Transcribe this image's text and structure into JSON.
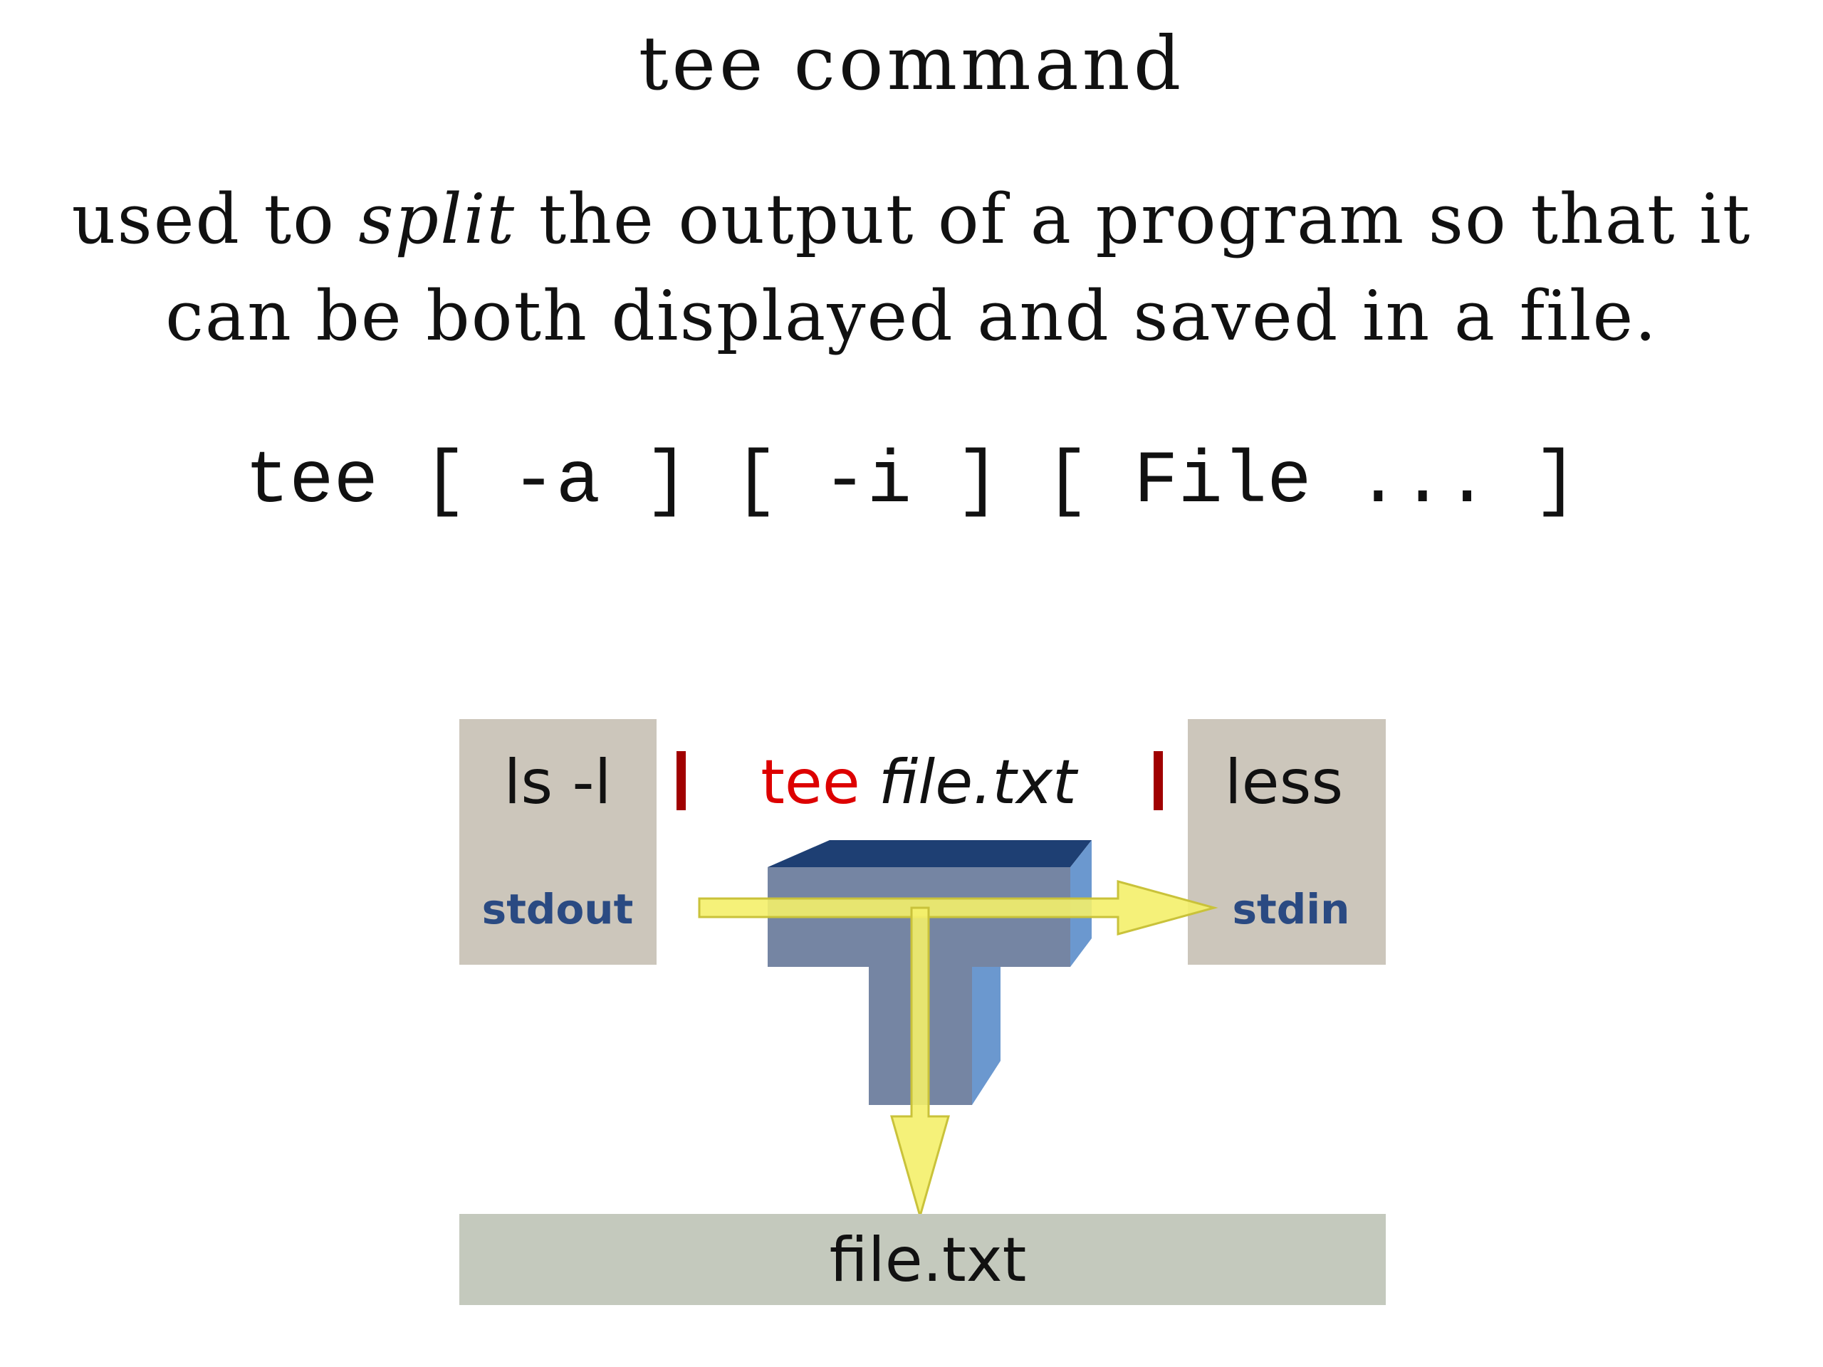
{
  "title": "tee command",
  "description": {
    "before": "used to ",
    "emphasis": "split",
    "after": " the output of a program so that it can be both displayed and saved in a file."
  },
  "syntax": "tee [ -a ] [ -i ] [ File ... ]",
  "diagram": {
    "left_box": {
      "command": "ls -l",
      "stream": "stdout"
    },
    "pipe_symbol": "|",
    "tee_label": "tee",
    "tee_file_arg": "file.txt",
    "right_box": {
      "command": "less",
      "stream": "stdin"
    },
    "output_file": "file.txt",
    "colors": {
      "box_fill": "#ccc6bb",
      "file_fill": "#c4c9bd",
      "pipe": "#a00000",
      "tee_red": "#dd0000",
      "stream_text": "#2a4a82",
      "tee_front": "#7585a3",
      "tee_top": "#1e3f73",
      "tee_side": "#6b98cf",
      "arrow_fill": "#f4f06a",
      "arrow_stroke": "#c9c23a"
    }
  }
}
